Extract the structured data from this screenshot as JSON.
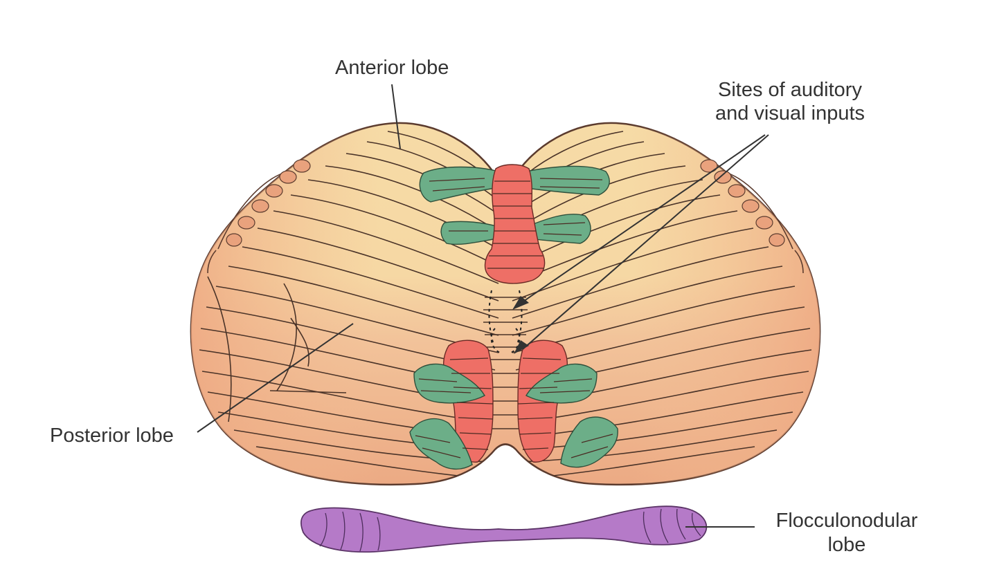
{
  "labels": {
    "anterior": "Anterior lobe",
    "sites_line1": "Sites of auditory",
    "sites_line2": "and visual inputs",
    "posterior": "Posterior lobe",
    "floccu_line1": "Flocculonodular",
    "floccu_line2": "lobe"
  },
  "colors": {
    "anterior_lobe": "#f6dba6",
    "posterior_lobe": "#f0b48c",
    "outline": "#6b4a3a",
    "vermis_sites": "#ee6f66",
    "hemisphere_sites": "#6cae88",
    "flocculonodular": "#b57ac8",
    "label_text": "#333333"
  }
}
